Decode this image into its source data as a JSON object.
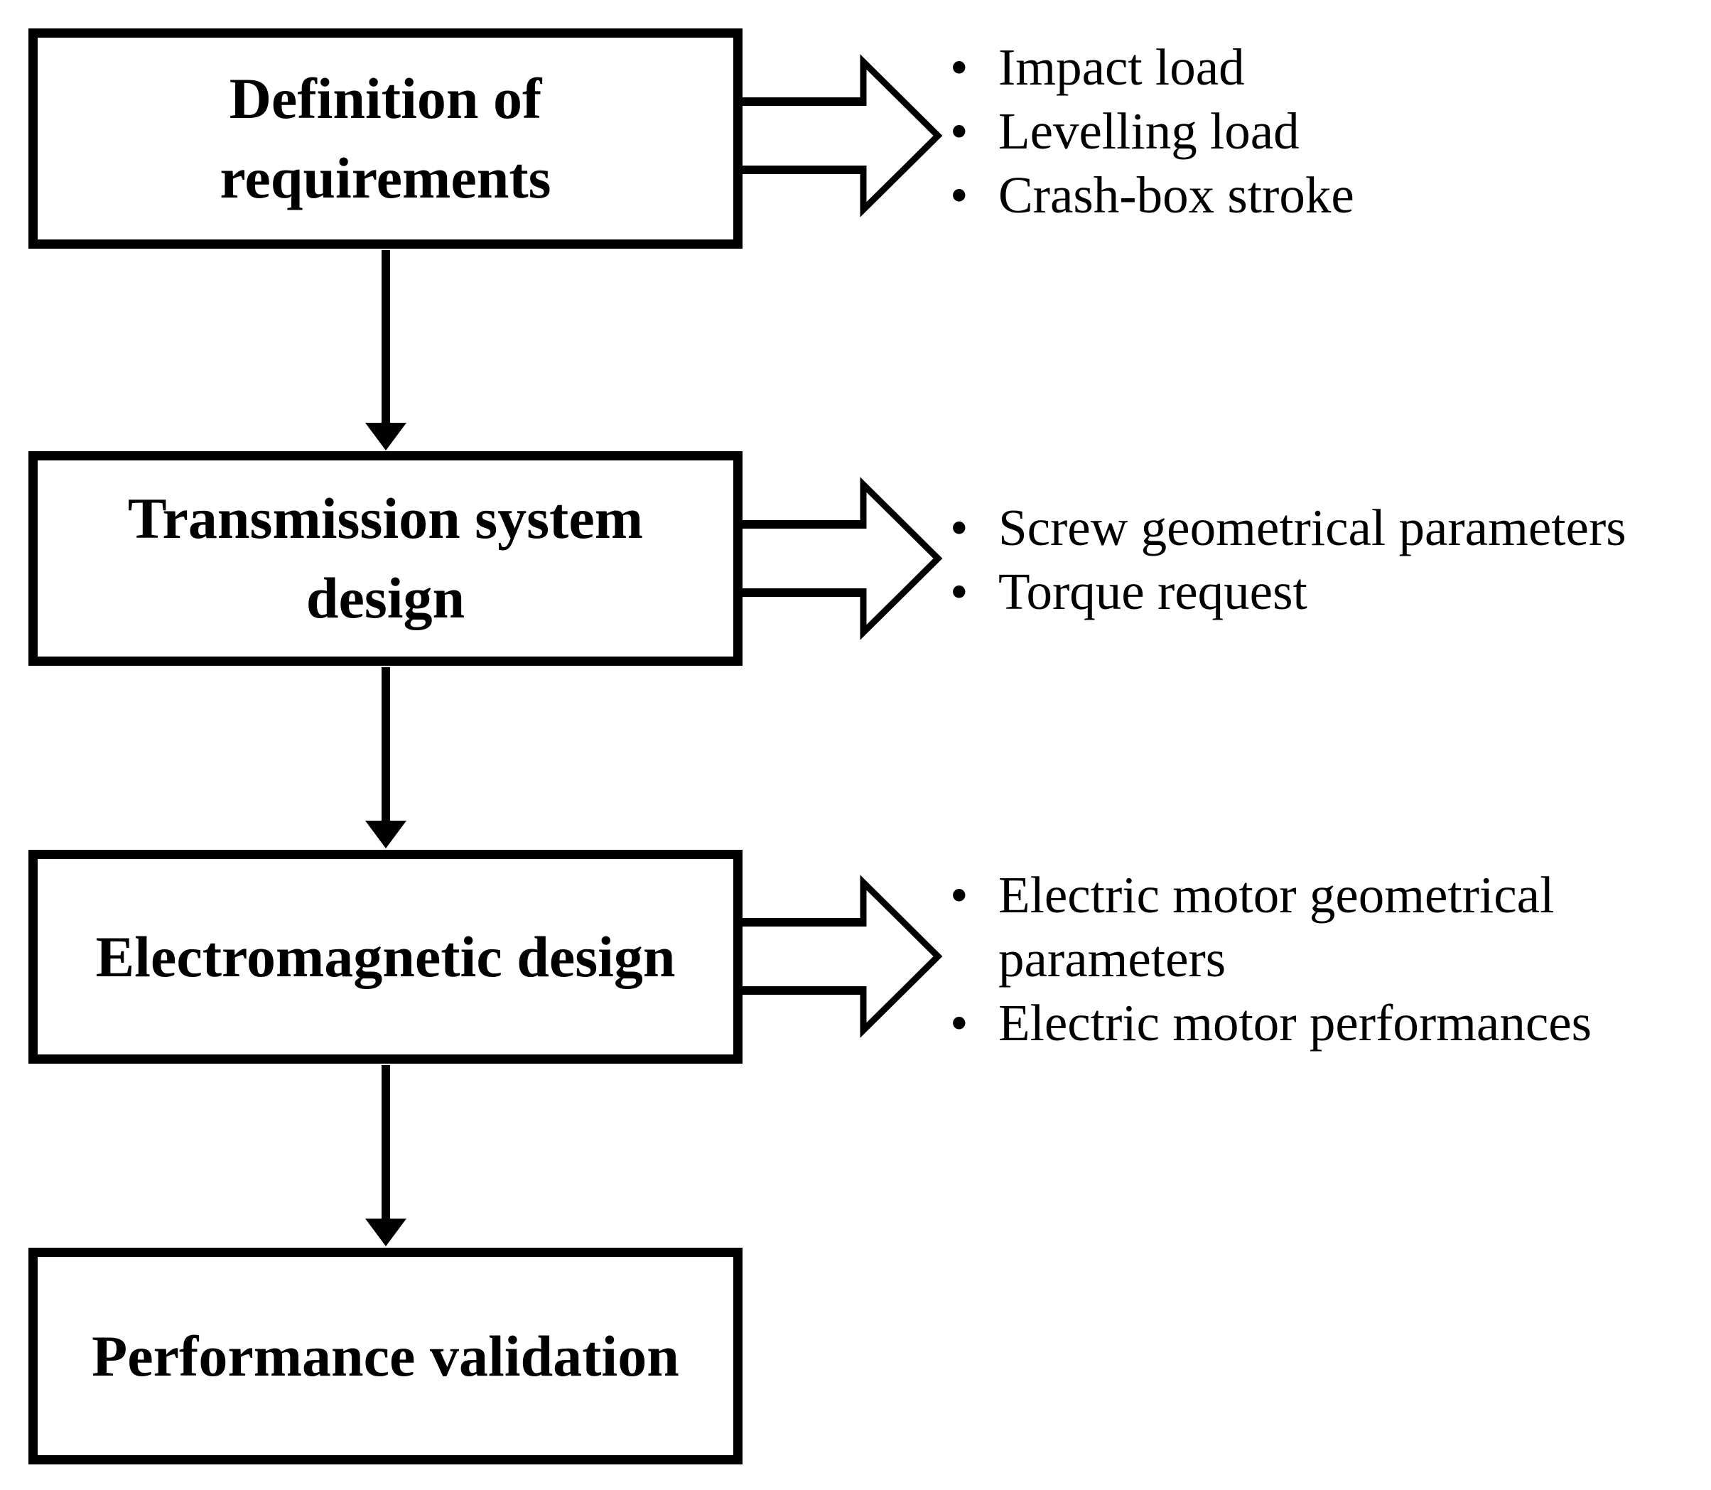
{
  "diagram": {
    "type": "flowchart",
    "colors": {
      "ink": "#000000",
      "background": "#ffffff"
    },
    "steps": [
      {
        "label": "Definition of requirements",
        "lines": [
          "Definition of",
          "requirements"
        ],
        "outputs": [
          "Impact load",
          "Levelling load",
          "Crash-box stroke"
        ]
      },
      {
        "label": "Transmission system design",
        "lines": [
          "Transmission system",
          "design"
        ],
        "outputs": [
          "Screw geometrical parameters",
          "Torque request"
        ]
      },
      {
        "label": "Electromagnetic design",
        "lines": [
          "Electromagnetic design"
        ],
        "outputs": [
          "Electric motor geometrical parameters",
          "Electric motor performances"
        ]
      },
      {
        "label": "Performance validation",
        "lines": [
          "Performance validation"
        ],
        "outputs": []
      }
    ]
  }
}
